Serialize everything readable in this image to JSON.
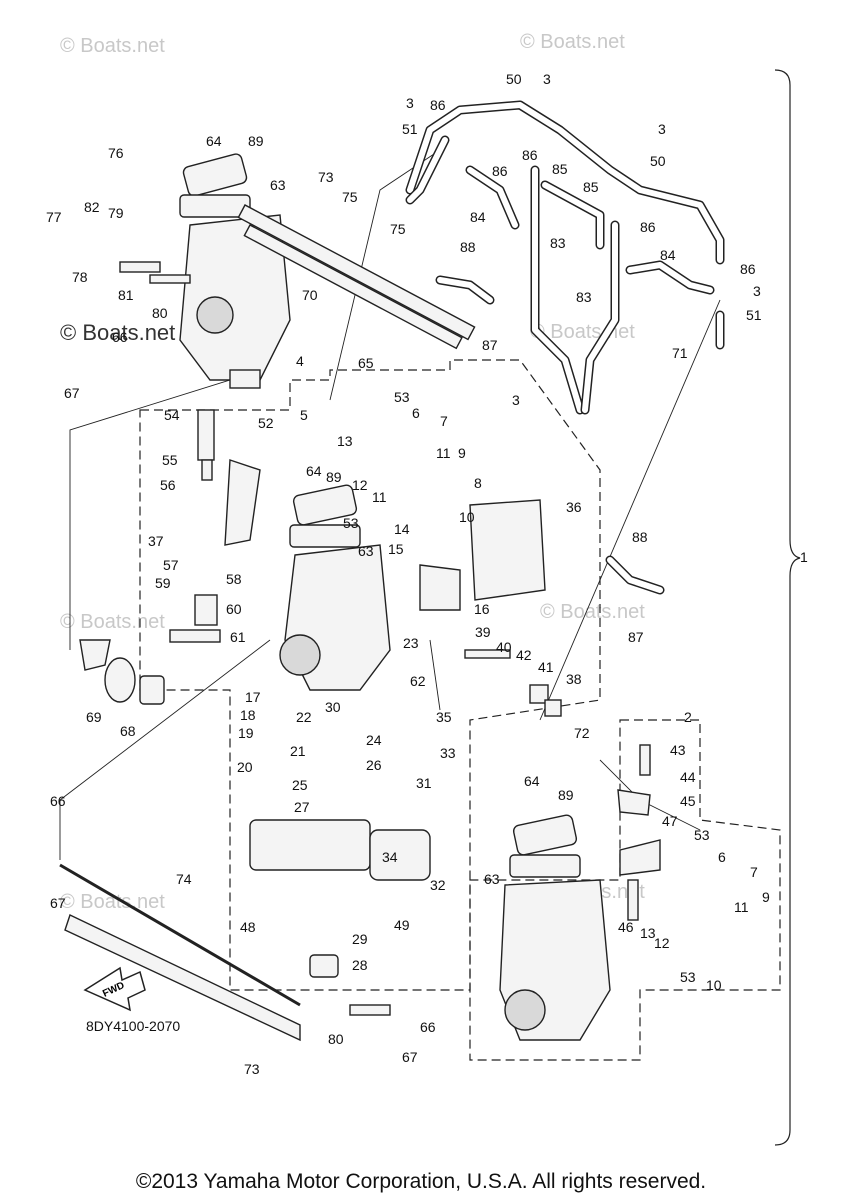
{
  "watermark": "© Boats.net",
  "diagram_code": "8DY4100-2070",
  "fwd_label": "FWD",
  "copyright": "©2013 Yamaha Motor Corporation, U.S.A. All rights reserved.",
  "callouts": {
    "c1": "1",
    "c2": "2",
    "c3a": "3",
    "c3b": "3",
    "c3c": "3",
    "c3d": "3",
    "c3e": "3",
    "c4": "4",
    "c5": "5",
    "c6a": "6",
    "c6b": "6",
    "c7a": "7",
    "c7b": "7",
    "c8": "8",
    "c9a": "9",
    "c9b": "9",
    "c10a": "10",
    "c10b": "10",
    "c11a": "11",
    "c11b": "11",
    "c11c": "11",
    "c12a": "12",
    "c12b": "12",
    "c13a": "13",
    "c13b": "13",
    "c14": "14",
    "c15": "15",
    "c16": "16",
    "c17": "17",
    "c18": "18",
    "c19": "19",
    "c20": "20",
    "c21": "21",
    "c22": "22",
    "c23": "23",
    "c24": "24",
    "c25": "25",
    "c26": "26",
    "c27": "27",
    "c28": "28",
    "c29": "29",
    "c30": "30",
    "c31": "31",
    "c32": "32",
    "c33": "33",
    "c34": "34",
    "c35": "35",
    "c36": "36",
    "c37": "37",
    "c38": "38",
    "c39": "39",
    "c40": "40",
    "c41": "41",
    "c42": "42",
    "c43": "43",
    "c44": "44",
    "c45": "45",
    "c46": "46",
    "c47": "47",
    "c48": "48",
    "c49": "49",
    "c50a": "50",
    "c50b": "50",
    "c51a": "51",
    "c51b": "51",
    "c52": "52",
    "c53a": "53",
    "c53b": "53",
    "c53c": "53",
    "c53d": "53",
    "c54": "54",
    "c55": "55",
    "c56": "56",
    "c57": "57",
    "c58": "58",
    "c59": "59",
    "c60": "60",
    "c61": "61",
    "c62": "62",
    "c63a": "63",
    "c63b": "63",
    "c63c": "63",
    "c64a": "64",
    "c64b": "64",
    "c64c": "64",
    "c65": "65",
    "c66a": "66",
    "c66b": "66",
    "c66c": "66",
    "c67a": "67",
    "c67b": "67",
    "c67c": "67",
    "c68": "68",
    "c69": "69",
    "c70": "70",
    "c71": "71",
    "c72": "72",
    "c73a": "73",
    "c73b": "73",
    "c74": "74",
    "c75a": "75",
    "c75b": "75",
    "c76": "76",
    "c77": "77",
    "c78": "78",
    "c79": "79",
    "c80a": "80",
    "c80b": "80",
    "c81": "81",
    "c82": "82",
    "c83a": "83",
    "c83b": "83",
    "c84a": "84",
    "c84b": "84",
    "c85a": "85",
    "c85b": "85",
    "c86a": "86",
    "c86b": "86",
    "c86c": "86",
    "c86d": "86",
    "c86e": "86",
    "c87a": "87",
    "c87b": "87",
    "c88a": "88",
    "c88b": "88",
    "c89a": "89",
    "c89b": "89",
    "c89c": "89"
  }
}
